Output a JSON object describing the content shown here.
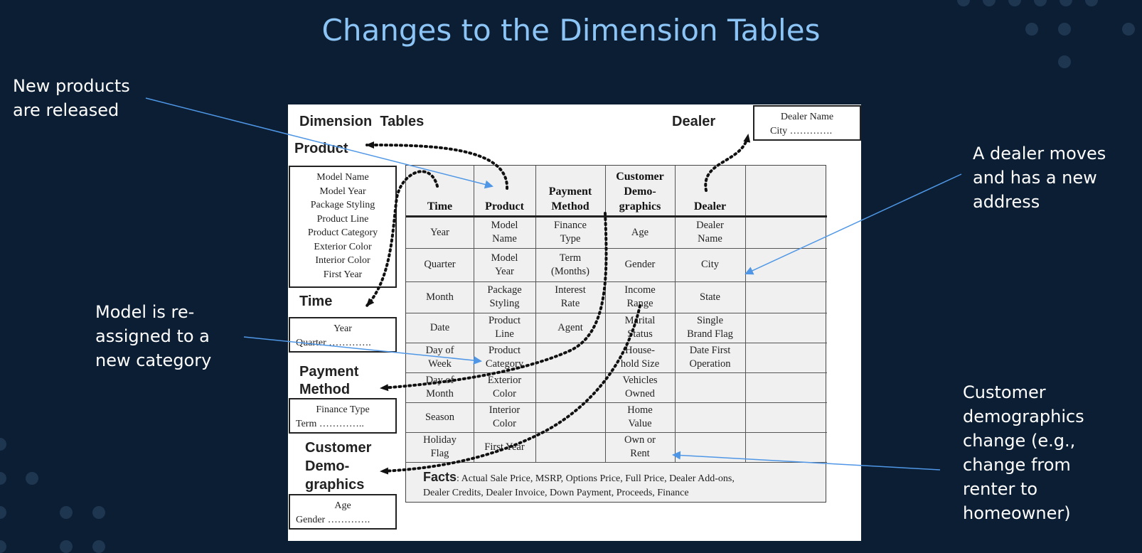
{
  "slide": {
    "title": "Changes to the Dimension Tables"
  },
  "annotations": [
    {
      "id": "new-products",
      "text": "New products\nare released"
    },
    {
      "id": "model-reassigned",
      "text": "Model is re-\nassigned to a\nnew category"
    },
    {
      "id": "dealer-moves",
      "text": "A dealer moves\nand has a new\naddress"
    },
    {
      "id": "customer-change",
      "text": "Customer\ndemographics\nchange (e.g.,\nchange from\nrenter to\nhomeowner)"
    }
  ],
  "diagram": {
    "heading": "Dimension  Tables",
    "dealer_label": "Dealer",
    "dealer_box": [
      "Dealer Name",
      "City …………."
    ],
    "product_label": "Product",
    "product_box": [
      "Model Name",
      "Model Year",
      "Package Styling",
      "Product Line",
      "Product Category",
      "Exterior Color",
      "Interior Color",
      "First Year"
    ],
    "time_label": "Time",
    "time_box": [
      "Year",
      "Quarter …………."
    ],
    "payment_label": "Payment\nMethod",
    "payment_box": [
      "Finance Type",
      "Term ………….."
    ],
    "customer_label": "Customer\nDemo-\ngraphics",
    "customer_box": [
      "Age",
      "Gender …………."
    ],
    "table": {
      "headers": [
        "Time",
        "Product",
        "Payment\nMethod",
        "Customer\nDemo-\ngraphics",
        "Dealer",
        ""
      ],
      "rows": [
        [
          "Year",
          "Model\nName",
          "Finance\nType",
          "Age",
          "Dealer\nName",
          ""
        ],
        [
          "Quarter",
          "Model\nYear",
          "Term\n(Months)",
          "Gender",
          "City",
          ""
        ],
        [
          "Month",
          "Package\nStyling",
          "Interest\nRate",
          "Income\nRange",
          "State",
          ""
        ],
        [
          "Date",
          "Product\nLine",
          "Agent",
          "Marital\nStatus",
          "Single\nBrand Flag",
          ""
        ],
        [
          "Day of\nWeek",
          "Product\nCategory",
          "",
          "House-\nhold Size",
          "Date First\nOperation",
          ""
        ],
        [
          "Day of\nMonth",
          "Exterior\nColor",
          "",
          "Vehicles\nOwned",
          "",
          ""
        ],
        [
          "Season",
          "Interior\nColor",
          "",
          "Home\nValue",
          "",
          ""
        ],
        [
          "Holiday\nFlag",
          "First Year",
          "",
          "Own or\nRent",
          "",
          ""
        ]
      ],
      "facts_label": "Facts",
      "facts_text": ": Actual Sale Price, MSRP, Options Price, Full Price, Dealer Add-ons,\nDealer Credits, Dealer Invoice, Down Payment, Proceeds, Finance"
    }
  },
  "colors": {
    "background": "#0b1e33",
    "title": "#8cc4f5",
    "annotation_text": "#ffffff",
    "arrow": "#4f97e6",
    "dotted_arrow": "#111111"
  }
}
